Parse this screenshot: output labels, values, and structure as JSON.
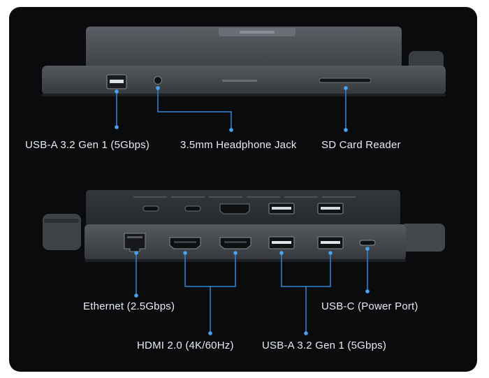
{
  "top_view": {
    "labels": {
      "usb_a": "USB-A 3.2 Gen 1 (5Gbps)",
      "headphone": "3.5mm Headphone Jack",
      "sd_card": "SD Card Reader"
    }
  },
  "bottom_view": {
    "labels": {
      "ethernet": "Ethernet (2.5Gbps)",
      "usb_c": "USB-C (Power Port)",
      "hdmi": "HDMI 2.0 (4K/60Hz)",
      "usb_a": "USB-A 3.2 Gen 1 (5Gbps)"
    }
  },
  "colors": {
    "background": "#0a0b0d",
    "device": "#4a4e54",
    "callout": "#2f86d6"
  }
}
